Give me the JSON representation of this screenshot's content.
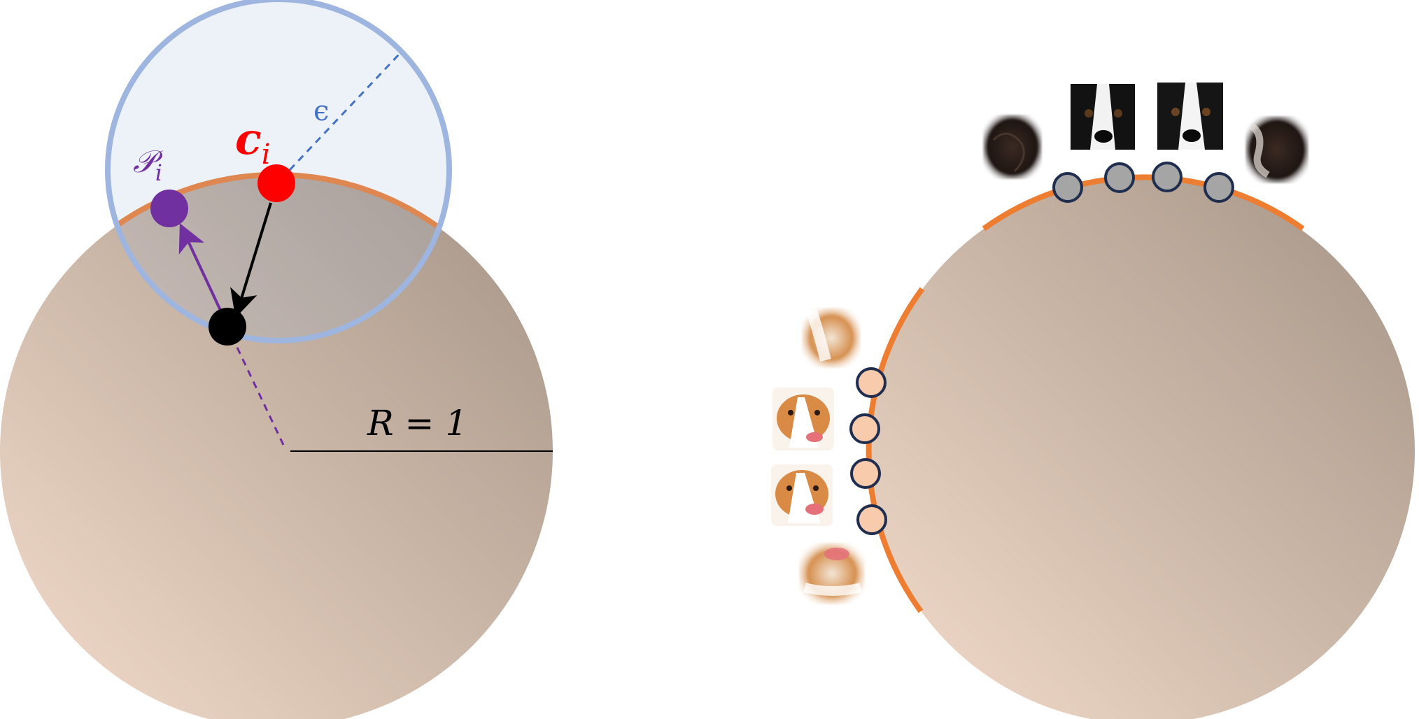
{
  "left_panel": {
    "radius_label": "R = 1",
    "epsilon_label": "ϵ",
    "center_label": "c",
    "center_subscript": "i",
    "projection_label": "𝒫",
    "projection_subscript": "i"
  },
  "right_panel": {
    "top_cluster_points": 4,
    "left_cluster_points": 4,
    "top_cluster_thumbnails": [
      "dark-fur-patch",
      "black-white-dog-face",
      "black-white-dog-face",
      "dark-fur-patch"
    ],
    "left_cluster_thumbnails": [
      "corgi-fur",
      "corgi-face",
      "corgi-face",
      "corgi-fur"
    ]
  },
  "colors": {
    "sphere_light": "#f1d9c8",
    "sphere_dark": "#a49486",
    "arc_orange": "#ed7d31",
    "epsilon_ball": "#9db5df",
    "epsilon_dash": "#4472c4",
    "center_red": "#ff0000",
    "projection_purple": "#7030a0",
    "point_black": "#000000",
    "gray_point": "#a5a5a5",
    "peach_point": "#f8cbad",
    "point_outline": "#1f2d4e"
  }
}
